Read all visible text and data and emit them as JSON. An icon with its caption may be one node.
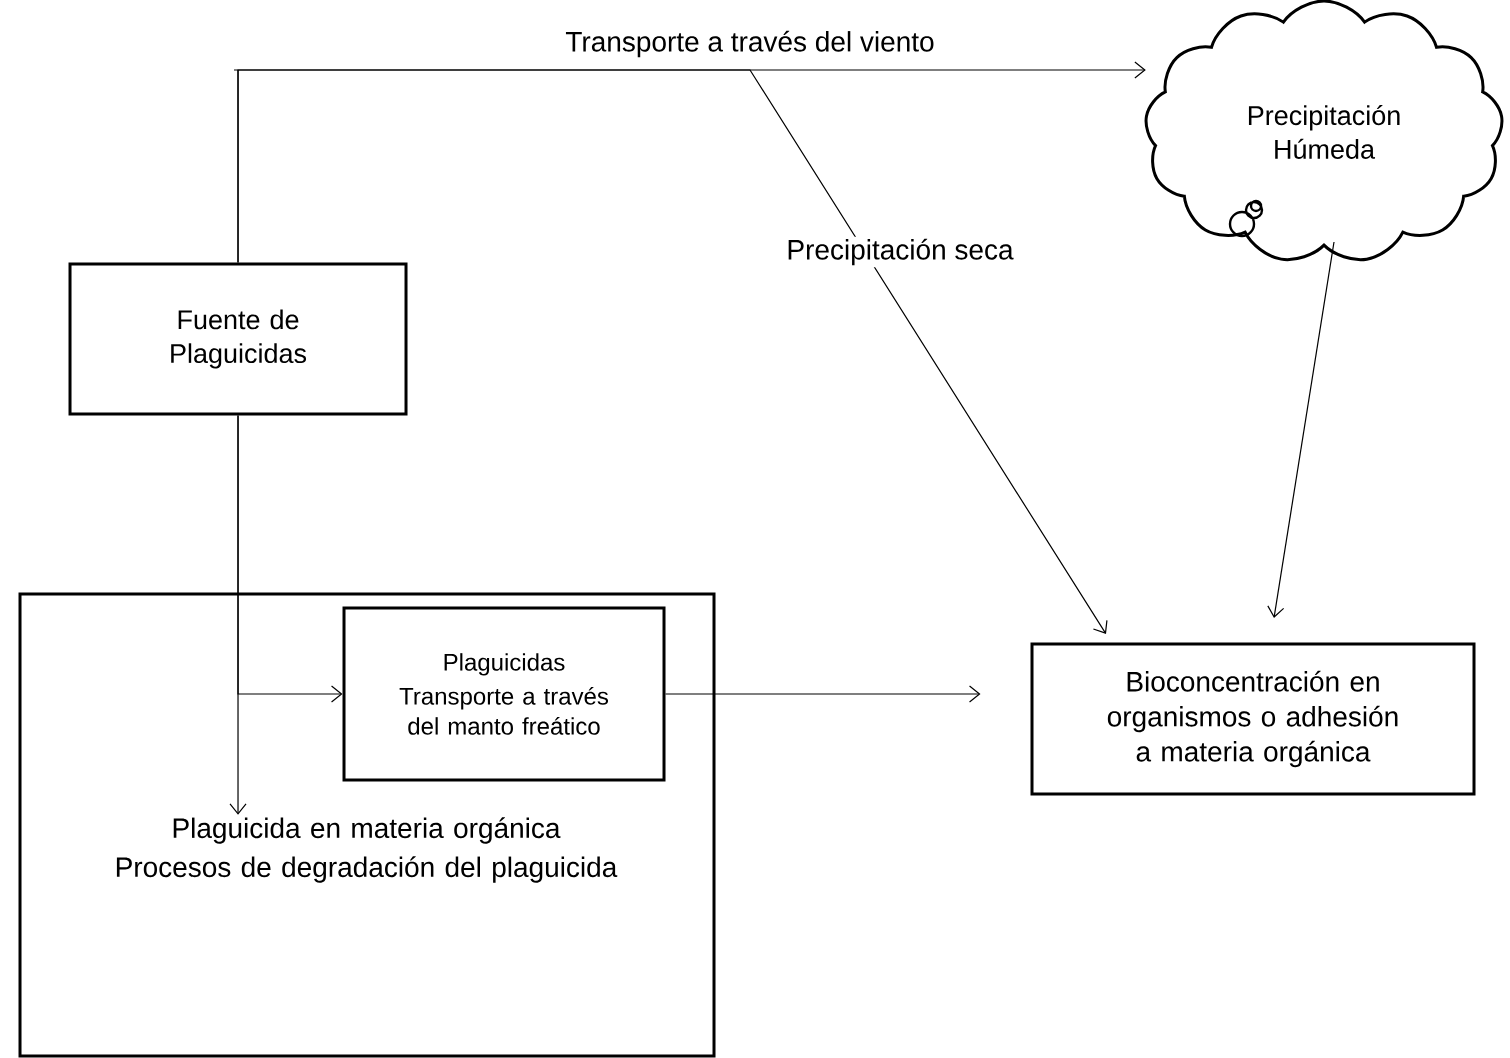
{
  "diagram": {
    "nodes": [
      {
        "text": [
          "Fuente de Plaguicidas"
        ]
      },
      {
        "text": [
          "Precipitación Húmeda"
        ]
      },
      {
        "text": [],
        "shape": "box"
      },
      {
        "text": [
          "Plaguicida en materia orgánica",
          "Procesos de degradación del plaguicida"
        ],
        "in": 2
      },
      {
        "text": [
          "Plaguicidas",
          "Transporte a través del manto freático"
        ],
        "in": 2
      },
      {
        "text": [
          "Bioconcentración en organismos o adhesión a materia orgánica"
        ]
      }
    ],
    "edges": [
      {
        "from": 0,
        "to": 1,
        "arrow": "to",
        "label": "Transporte a través del viento"
      },
      {
        "from": 0,
        "to": 5,
        "arrow": "to",
        "label": "Precipitación seca"
      },
      {
        "from": 1,
        "to": 5,
        "arrow": "to"
      },
      {
        "from": 0,
        "to": 3,
        "arrow": "to"
      },
      {
        "from": 0,
        "to": 4,
        "arrow": "to"
      },
      {
        "from": 4,
        "to": 5,
        "arrow": "to"
      }
    ]
  }
}
